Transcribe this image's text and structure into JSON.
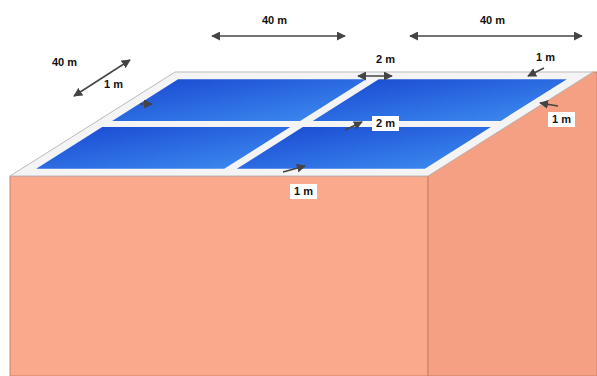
{
  "diagram": {
    "labels": [
      "40 m",
      "40 m",
      "40 m",
      "1 m",
      "2 m",
      "1 m",
      "2 m",
      "1 m",
      "1 m"
    ]
  }
}
